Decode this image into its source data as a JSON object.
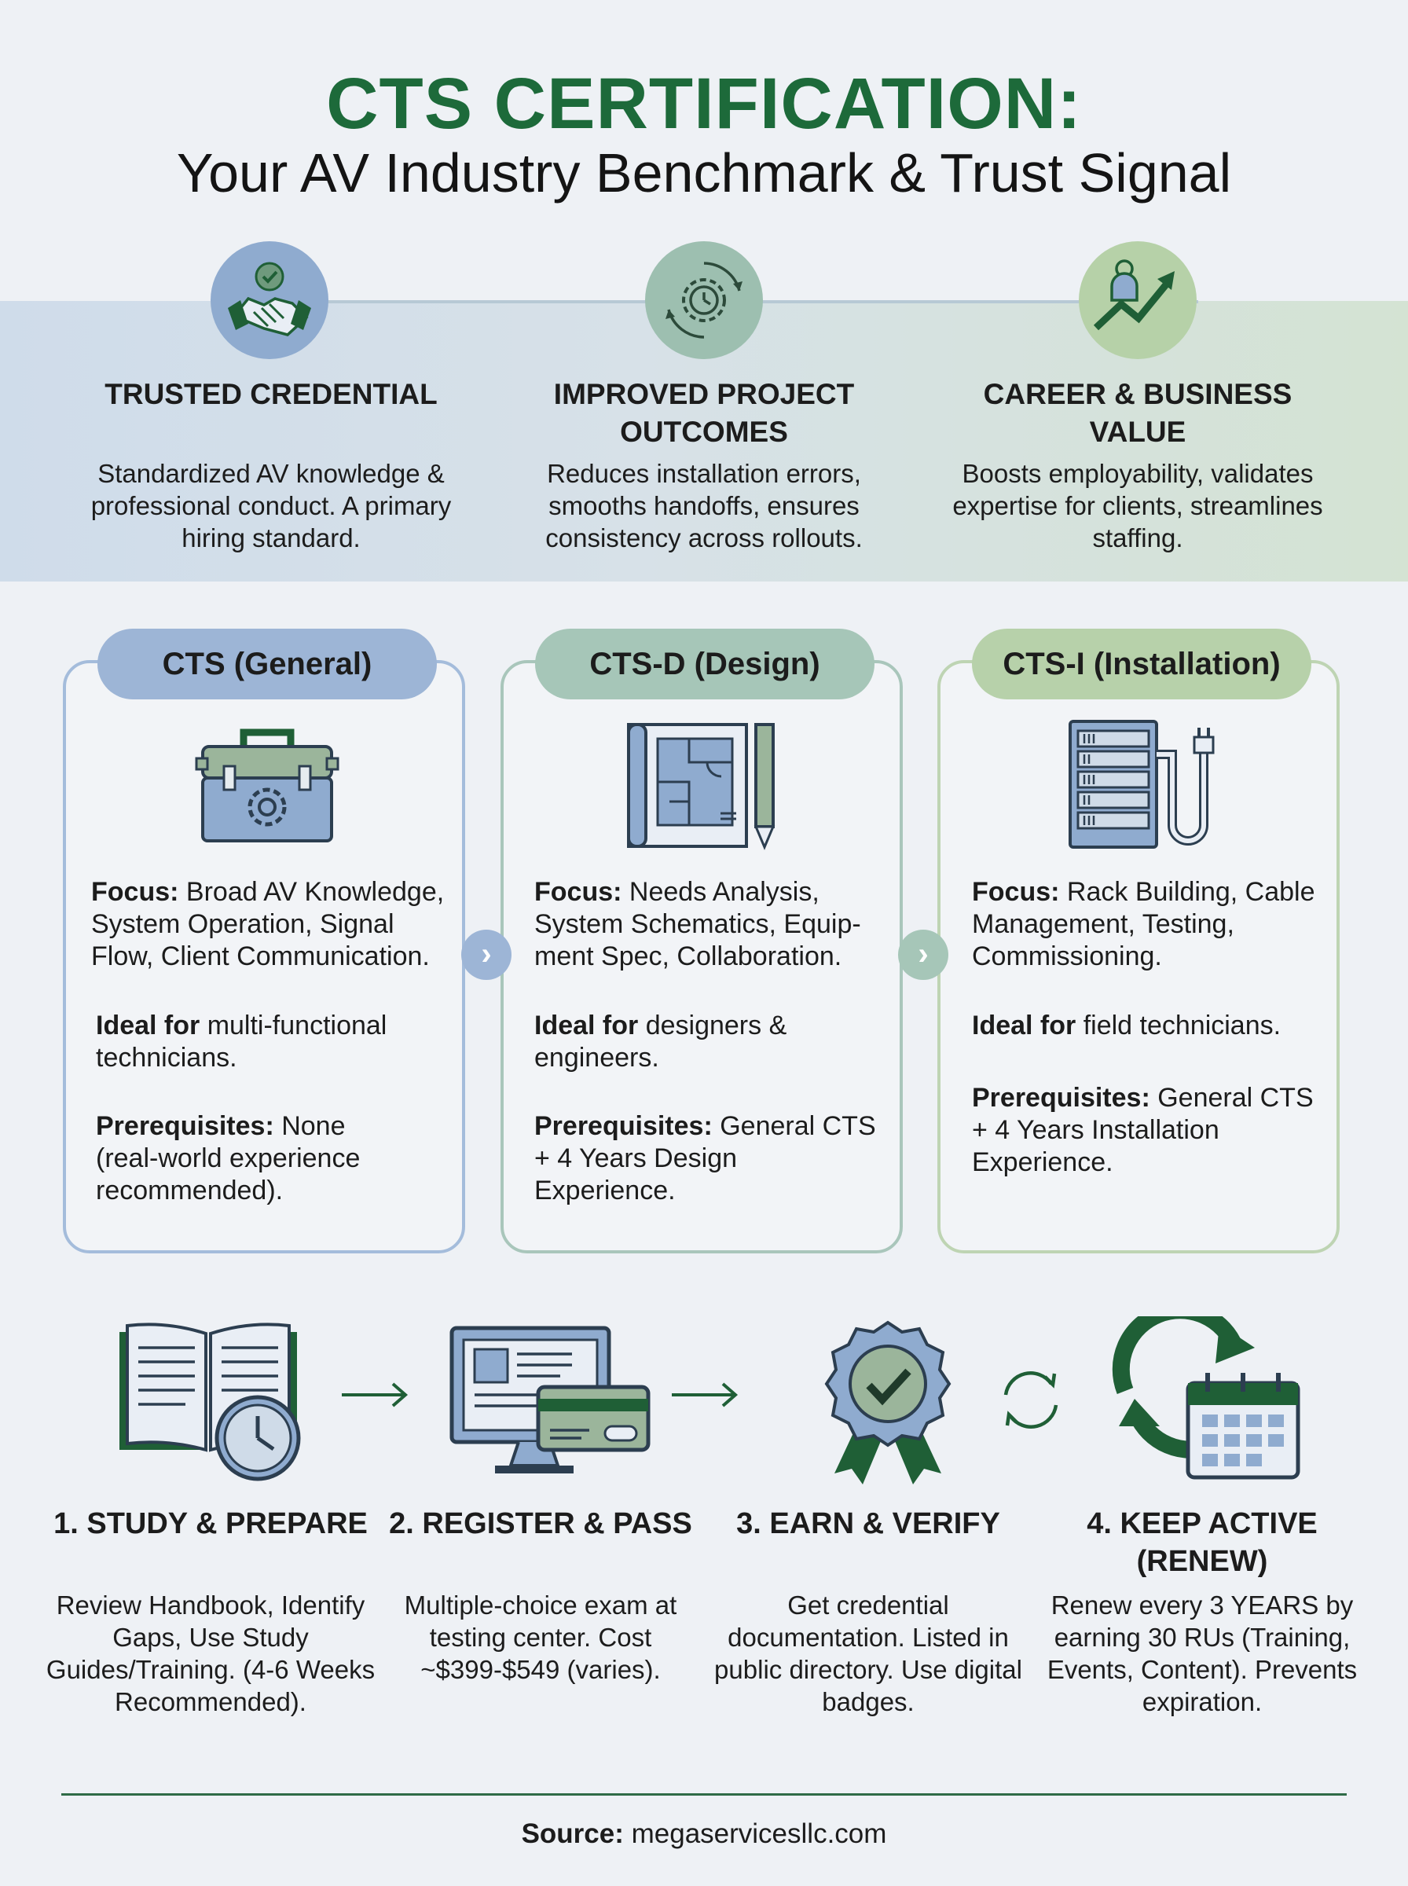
{
  "header": {
    "title": "CTS CERTIFICATION:",
    "subtitle": "Your AV Industry Benchmark & Trust Signal"
  },
  "benefits": [
    {
      "icon": "handshake-icon",
      "title": "TRUSTED CREDENTIAL",
      "description": "Standardized AV knowledge & professional conduct. A primary hiring standard."
    },
    {
      "icon": "gear-cycle-icon",
      "title": "IMPROVED PROJECT OUTCOMES",
      "description": "Reduces installation errors, smooths handoffs, ensures consistency across rollouts."
    },
    {
      "icon": "growth-chart-icon",
      "title": "CAREER & BUSINESS VALUE",
      "description": "Boosts employability, validates expertise for clients, streamlines staffing."
    }
  ],
  "certifications": [
    {
      "name": "CTS (General)",
      "icon": "toolbox-icon",
      "focus_label": "Focus:",
      "focus": "Broad AV Knowledge, System Operation, Signal Flow, Client Communication.",
      "ideal_label": "Ideal for",
      "ideal": "multi-functional technicians.",
      "prereq_label": "Prerequisites:",
      "prereq": "None (real-world experience recommended)."
    },
    {
      "name": "CTS-D (Design)",
      "icon": "blueprint-icon",
      "focus_label": "Focus:",
      "focus": "Needs Analysis, System Schematics, Equip-ment Spec, Collaboration.",
      "ideal_label": "Ideal for",
      "ideal": "designers & engineers.",
      "prereq_label": "Prerequisites:",
      "prereq": "General CTS + 4 Years Design Experience."
    },
    {
      "name": "CTS-I (Installation)",
      "icon": "server-rack-icon",
      "focus_label": "Focus:",
      "focus": "Rack Building, Cable Management, Testing, Commissioning.",
      "ideal_label": "Ideal for",
      "ideal": "field technicians.",
      "prereq_label": "Prerequisites:",
      "prereq": "General CTS + 4 Years Installation Experience."
    }
  ],
  "steps": [
    {
      "icon": "book-clock-icon",
      "title": "1. STUDY & PREPARE",
      "description": "Review Handbook, Identify Gaps, Use Study Guides/Training. (4-6 Weeks Recommended)."
    },
    {
      "icon": "computer-payment-icon",
      "title": "2. REGISTER & PASS",
      "description": "Multiple-choice exam at testing center. Cost ~$399-$549 (varies)."
    },
    {
      "icon": "badge-check-icon",
      "title": "3. EARN & VERIFY",
      "description": "Get credential documentation. Listed in public directory. Use digital badges."
    },
    {
      "icon": "renew-calendar-icon",
      "title": "4. KEEP ACTIVE (RENEW)",
      "description": "Renew every 3 YEARS by earning 30 RUs (Training, Events, Content). Prevents expiration."
    }
  ],
  "footer": {
    "label": "Source:",
    "source": "megaservicesllc.com"
  },
  "colors": {
    "title_green": "#1d6a3a",
    "blue": "#8fabcf",
    "teal": "#9dbfb0",
    "green": "#b6d1a8",
    "dark_green": "#1f5f36"
  }
}
